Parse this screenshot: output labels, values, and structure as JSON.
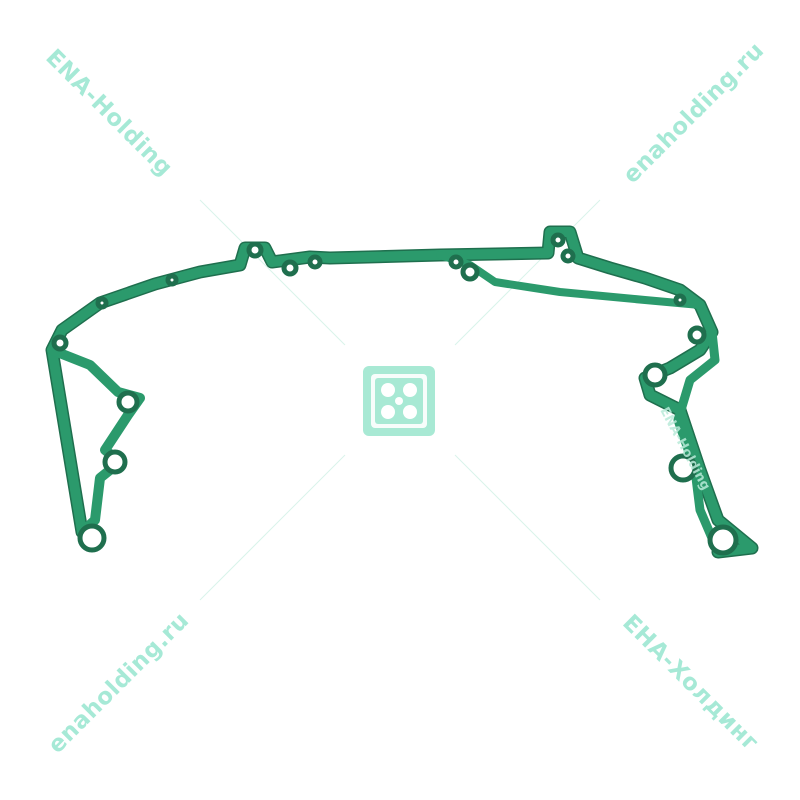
{
  "watermarks": {
    "top_left": "ENA-Holding",
    "top_right": "enaholding.ru",
    "bottom_left": "enaholding.ru",
    "bottom_right": "ЕНА-Холдинг",
    "on_gasket": "ENA-Holding"
  },
  "colors": {
    "gasket": "#2b9a6c",
    "gasket_edge": "#1f6f4e",
    "watermark": "#5fd8b6",
    "logo": "#a8e9d4"
  },
  "icons": {
    "center_logo": "four-petal-logo-icon"
  }
}
